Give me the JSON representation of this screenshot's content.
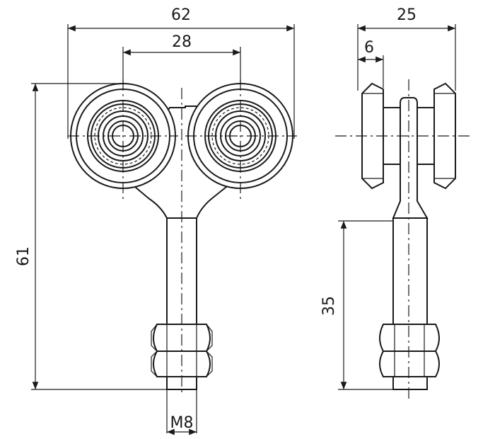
{
  "drawing": {
    "title": "",
    "dimensions": {
      "overall_width": "62",
      "wheel_spacing": "28",
      "total_height": "61",
      "thread_size": "M8",
      "side_width": "25",
      "wheel_thickness": "6",
      "bolt_length": "35"
    },
    "views": [
      "front-view",
      "side-view"
    ]
  }
}
